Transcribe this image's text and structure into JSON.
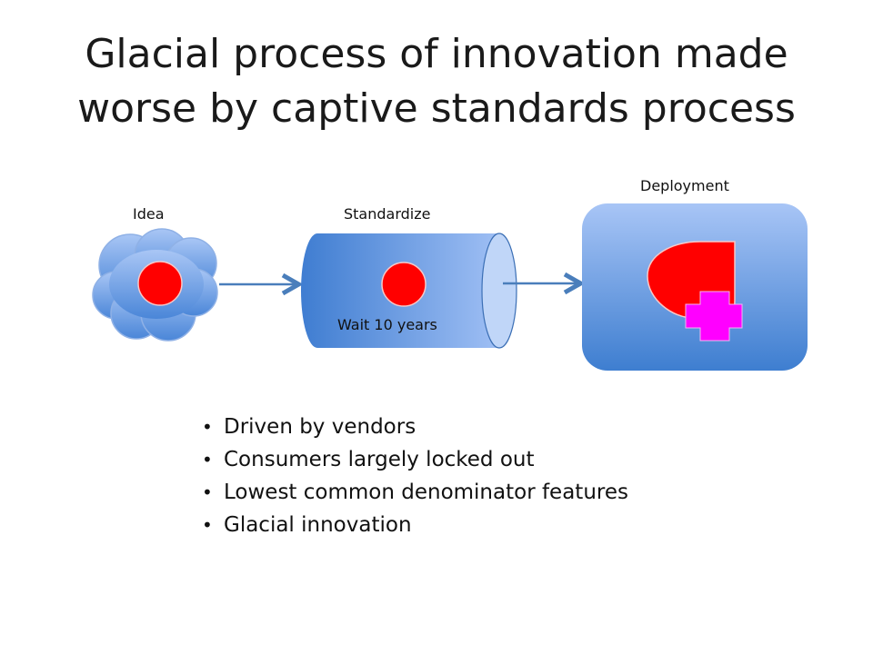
{
  "slide": {
    "title_line1": "Glacial process of innovation made",
    "title_line2": "worse by captive standards process"
  },
  "diagram": {
    "stages": [
      {
        "label": "Idea",
        "shape": "cloud",
        "icon": "red-circle"
      },
      {
        "label": "Standardize",
        "shape": "cylinder",
        "icon": "red-circle",
        "caption": "Wait 10 years"
      },
      {
        "label": "Deployment",
        "shape": "rounded-square",
        "icon": "red-teardrop-with-magenta-plus"
      }
    ],
    "colors": {
      "shape_blue_light": "#9dbdf3",
      "shape_blue_dark": "#3f7fd0",
      "arrow": "#4a7ebb",
      "red": "#ff0000",
      "magenta": "#ff00ff"
    }
  },
  "bullets": [
    "Driven by vendors",
    "Consumers largely locked out",
    "Lowest common denominator features",
    "Glacial innovation"
  ]
}
